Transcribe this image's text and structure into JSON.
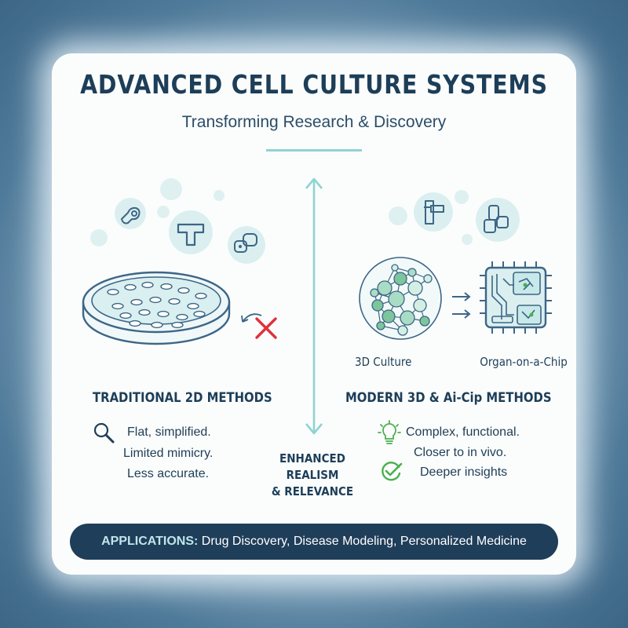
{
  "header": {
    "title": "ADVANCED CELL CULTURE SYSTEMS",
    "subtitle": "Transforming Research & Discovery"
  },
  "left": {
    "heading": "TRADITIONAL 2D METHODS",
    "points": [
      "Flat, simplified.",
      "Limited mimicry.",
      "Less accurate."
    ],
    "icons": [
      "magnifier-icon",
      "petri-dish-icon",
      "cross-mark-icon"
    ]
  },
  "center": {
    "label_lines": [
      "ENHANCED",
      "REALISM",
      "& RELEVANCE"
    ],
    "icons": [
      "double-arrow-icon"
    ]
  },
  "right": {
    "heading": "MODERN 3D & Ai-Cip METHODS",
    "model_3d_caption": "3D Culture",
    "chip_caption": "Organ-on-a-Chip",
    "points": [
      "Complex, functional.",
      "Closer to in vivo.",
      "Deeper insights"
    ],
    "icons": [
      "lightbulb-icon",
      "check-circle-icon",
      "cell-cluster-icon",
      "chip-icon"
    ]
  },
  "footer": {
    "lead": "APPLICATIONS:",
    "text": " Drug Discovery, Disease Modeling, Personalized Medicine"
  },
  "colors": {
    "navy": "#1d3e58",
    "teal": "#8fd3d2",
    "green": "#4caf50",
    "red": "#e0313a",
    "card": "#fbfdfd"
  }
}
